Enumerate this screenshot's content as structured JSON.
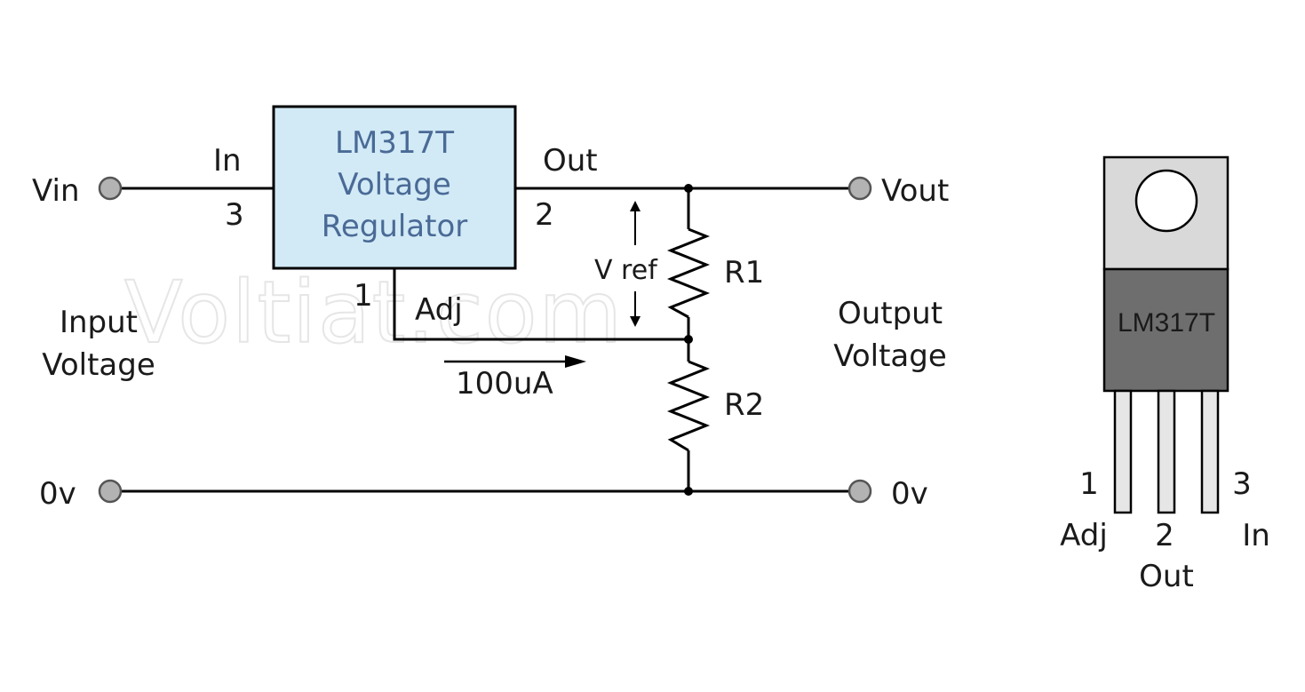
{
  "watermark": "Voltiat.com",
  "regulator": {
    "line1": "LM317T",
    "line2": "Voltage",
    "line3": "Regulator",
    "fill_color": "#d2eaf6",
    "text_color": "#4a6a96"
  },
  "pins": {
    "in_label": "In",
    "in_number": "3",
    "out_label": "Out",
    "out_number": "2",
    "adj_number": "1",
    "adj_label": "Adj"
  },
  "terminals": {
    "vin": "Vin",
    "vout": "Vout",
    "gnd_left": "0v",
    "gnd_right": "0v"
  },
  "annotations": {
    "input_voltage_line1": "Input",
    "input_voltage_line2": "Voltage",
    "output_voltage_line1": "Output",
    "output_voltage_line2": "Voltage",
    "vref": "V ref",
    "current": "100uA"
  },
  "resistors": {
    "r1": "R1",
    "r2": "R2"
  },
  "package": {
    "label": "LM317T",
    "tab_color": "#d9d9d9",
    "body_color": "#6e6e6e",
    "pin1_number": "1",
    "pin2_number": "2",
    "pin3_number": "3",
    "pin1_name": "Adj",
    "pin2_name": "Out",
    "pin3_name": "In"
  }
}
